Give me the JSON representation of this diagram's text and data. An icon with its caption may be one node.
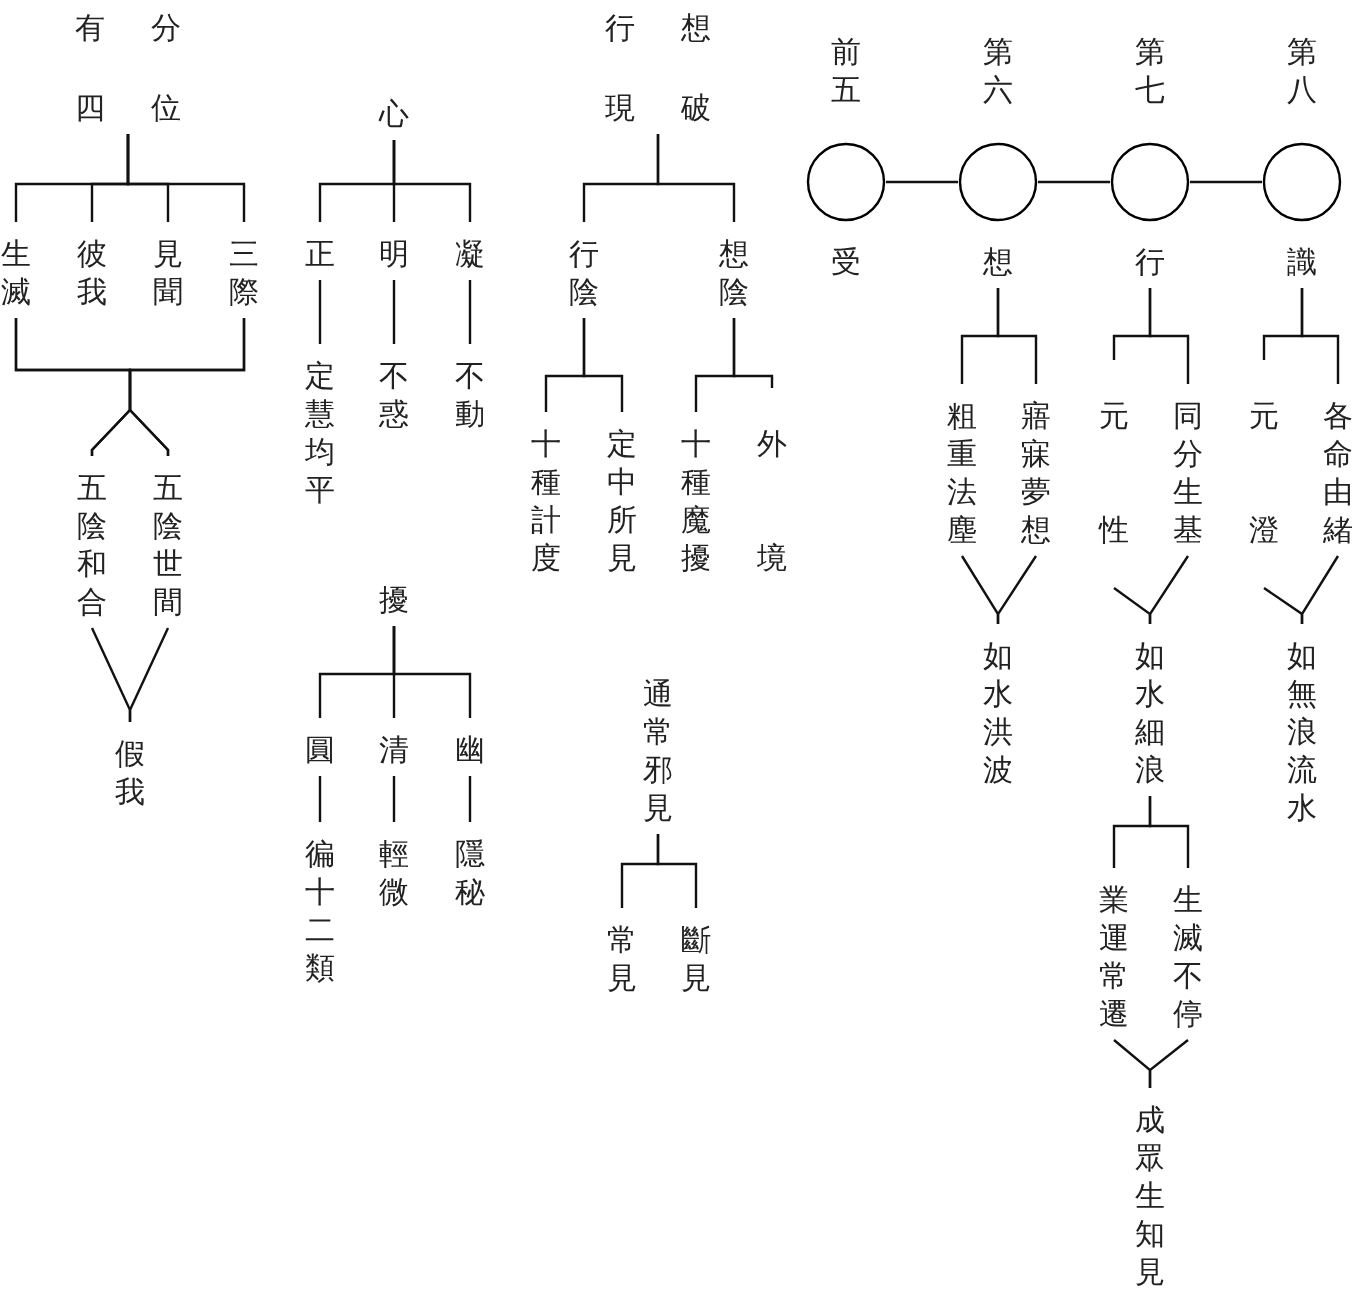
{
  "diagram": {
    "nodes": [
      {
        "text": [
          "有分四位"
        ]
      },
      {
        "text": [
          "生滅"
        ]
      },
      {
        "text": [
          "彼我"
        ]
      },
      {
        "text": [
          "見聞"
        ]
      },
      {
        "text": [
          "三際"
        ]
      },
      {
        "text": [
          "五陰和合"
        ]
      },
      {
        "text": [
          "五陰世間"
        ]
      },
      {
        "text": [
          "假我"
        ]
      },
      {
        "text": [
          "心"
        ]
      },
      {
        "text": [
          "正"
        ]
      },
      {
        "text": [
          "明"
        ]
      },
      {
        "text": [
          "凝"
        ]
      },
      {
        "text": [
          "定慧均平"
        ]
      },
      {
        "text": [
          "不惑"
        ]
      },
      {
        "text": [
          "不動"
        ]
      },
      {
        "text": [
          "擾"
        ]
      },
      {
        "text": [
          "圓"
        ]
      },
      {
        "text": [
          "清"
        ]
      },
      {
        "text": [
          "幽"
        ]
      },
      {
        "text": [
          "徧十二類"
        ]
      },
      {
        "text": [
          "輕微"
        ]
      },
      {
        "text": [
          "隱秘"
        ]
      },
      {
        "text": [
          "行想現破"
        ]
      },
      {
        "text": [
          "行陰"
        ]
      },
      {
        "text": [
          "想陰"
        ]
      },
      {
        "text": [
          "十種計度"
        ]
      },
      {
        "text": [
          "定中所見"
        ]
      },
      {
        "text": [
          "十種魔擾"
        ]
      },
      {
        "text": [
          "外境"
        ]
      },
      {
        "text": [
          "通常邪見"
        ]
      },
      {
        "text": [
          "常見"
        ]
      },
      {
        "text": [
          "斷見"
        ]
      },
      {
        "text": [
          "前五",
          "受"
        ]
      },
      {
        "text": [
          "第六",
          "想"
        ]
      },
      {
        "text": [
          "第七",
          "行"
        ]
      },
      {
        "text": [
          "第八",
          "識"
        ]
      },
      {
        "text": [
          "粗重法塵"
        ]
      },
      {
        "text": [
          "寤寐夢想"
        ]
      },
      {
        "text": [
          "元性"
        ]
      },
      {
        "text": [
          "同分生基"
        ]
      },
      {
        "text": [
          "元澄"
        ]
      },
      {
        "text": [
          "各命由緒"
        ]
      },
      {
        "text": [
          "如水洪波"
        ]
      },
      {
        "text": [
          "如水細浪"
        ]
      },
      {
        "text": [
          "如無浪流水"
        ]
      },
      {
        "text": [
          "業運常遷"
        ]
      },
      {
        "text": [
          "生滅不停"
        ]
      },
      {
        "text": [
          "成眾生知見"
        ]
      }
    ],
    "edges": [
      {
        "from": 0,
        "to": 1,
        "arrow": "none"
      },
      {
        "from": 0,
        "to": 2,
        "arrow": "none"
      },
      {
        "from": 0,
        "to": 3,
        "arrow": "none"
      },
      {
        "from": 0,
        "to": 4,
        "arrow": "none"
      },
      {
        "from": 1,
        "to": 5,
        "arrow": "none"
      },
      {
        "from": 1,
        "to": 6,
        "arrow": "none"
      },
      {
        "from": 4,
        "to": 5,
        "arrow": "none"
      },
      {
        "from": 4,
        "to": 6,
        "arrow": "none"
      },
      {
        "from": 5,
        "to": 7,
        "arrow": "none"
      },
      {
        "from": 6,
        "to": 7,
        "arrow": "none"
      },
      {
        "from": 8,
        "to": 9,
        "arrow": "none"
      },
      {
        "from": 8,
        "to": 10,
        "arrow": "none"
      },
      {
        "from": 8,
        "to": 11,
        "arrow": "none"
      },
      {
        "from": 9,
        "to": 12,
        "arrow": "none"
      },
      {
        "from": 10,
        "to": 13,
        "arrow": "none"
      },
      {
        "from": 11,
        "to": 14,
        "arrow": "none"
      },
      {
        "from": 15,
        "to": 16,
        "arrow": "none"
      },
      {
        "from": 15,
        "to": 17,
        "arrow": "none"
      },
      {
        "from": 15,
        "to": 18,
        "arrow": "none"
      },
      {
        "from": 16,
        "to": 19,
        "arrow": "none"
      },
      {
        "from": 17,
        "to": 20,
        "arrow": "none"
      },
      {
        "from": 18,
        "to": 21,
        "arrow": "none"
      },
      {
        "from": 22,
        "to": 23,
        "arrow": "none"
      },
      {
        "from": 22,
        "to": 24,
        "arrow": "none"
      },
      {
        "from": 23,
        "to": 25,
        "arrow": "none"
      },
      {
        "from": 23,
        "to": 26,
        "arrow": "none"
      },
      {
        "from": 24,
        "to": 27,
        "arrow": "none"
      },
      {
        "from": 24,
        "to": 28,
        "arrow": "none"
      },
      {
        "from": 29,
        "to": 30,
        "arrow": "none"
      },
      {
        "from": 29,
        "to": 31,
        "arrow": "none"
      },
      {
        "from": 32,
        "to": 33,
        "arrow": "none"
      },
      {
        "from": 33,
        "to": 34,
        "arrow": "none"
      },
      {
        "from": 34,
        "to": 35,
        "arrow": "none"
      },
      {
        "from": 33,
        "to": 36,
        "arrow": "none"
      },
      {
        "from": 33,
        "to": 37,
        "arrow": "none"
      },
      {
        "from": 34,
        "to": 38,
        "arrow": "none"
      },
      {
        "from": 34,
        "to": 39,
        "arrow": "none"
      },
      {
        "from": 35,
        "to": 40,
        "arrow": "none"
      },
      {
        "from": 35,
        "to": 41,
        "arrow": "none"
      },
      {
        "from": 36,
        "to": 42,
        "arrow": "none"
      },
      {
        "from": 37,
        "to": 42,
        "arrow": "none"
      },
      {
        "from": 38,
        "to": 43,
        "arrow": "none"
      },
      {
        "from": 39,
        "to": 43,
        "arrow": "none"
      },
      {
        "from": 40,
        "to": 44,
        "arrow": "none"
      },
      {
        "from": 41,
        "to": 44,
        "arrow": "none"
      },
      {
        "from": 43,
        "to": 45,
        "arrow": "none"
      },
      {
        "from": 43,
        "to": 46,
        "arrow": "none"
      },
      {
        "from": 45,
        "to": 47,
        "arrow": "none"
      },
      {
        "from": 46,
        "to": 47,
        "arrow": "none"
      }
    ]
  }
}
